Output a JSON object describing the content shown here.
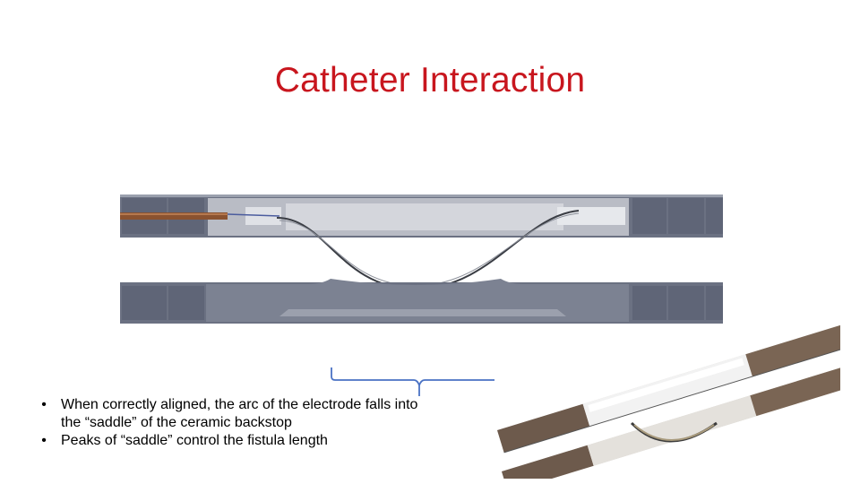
{
  "slide": {
    "title": "Catheter Interaction",
    "bullets": [
      {
        "marker": "•",
        "text": "When correctly aligned, the arc of the electrode falls into the “saddle” of the ceramic backstop"
      },
      {
        "marker": "•",
        "text": "Peaks of “saddle” control the fistula length"
      }
    ]
  },
  "colors": {
    "title": "#c8161e",
    "catheter_body": "#6b7182",
    "catheter_light": "#c9ccd3",
    "bracket": "#4a72c4"
  }
}
